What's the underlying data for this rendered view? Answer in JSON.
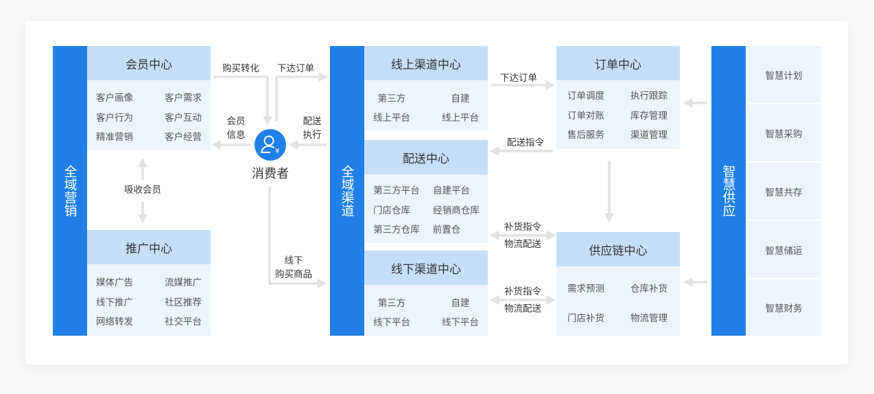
{
  "left_bar": {
    "label": "全域营销"
  },
  "member_center": {
    "title": "会员中心",
    "items": [
      "客户画像",
      "客户需求",
      "客户行为",
      "客户互动",
      "精准营销",
      "客户经营"
    ]
  },
  "absorb_label": "吸收会员",
  "promo_center": {
    "title": "推广中心",
    "items": [
      "媒体广告",
      "流媒推广",
      "线下推广",
      "社区推荐",
      "网络转发",
      "社交平台"
    ]
  },
  "consumer": {
    "label": "消费者",
    "icon": "consumer-user-icon",
    "symbol": "¥"
  },
  "flow_labels": {
    "purchase_convert": "购买转化",
    "issue_order_top": "下达订单",
    "member_info_1": "会员",
    "member_info_2": "信息",
    "delivery_exec_1": "配送",
    "delivery_exec_2": "执行",
    "offline_purchase_1": "线下",
    "offline_purchase_2": "购买商品",
    "issue_order_mid": "下达订单",
    "delivery_cmd": "配送指令",
    "replenish_1": "补货指令",
    "logistics_1": "物流配送",
    "replenish_2": "补货指令",
    "logistics_2": "物流配送"
  },
  "middle_bar": {
    "label": "全域渠道"
  },
  "online_center": {
    "title": "线上渠道中心",
    "items": [
      "第三方",
      "自建",
      "线上平台",
      "线上平台"
    ]
  },
  "delivery_center": {
    "title": "配送中心",
    "items": [
      "第三方平台",
      "自建平台",
      "门店仓库",
      "经销商仓库",
      "第三方仓库",
      "前置仓"
    ]
  },
  "offline_center": {
    "title": "线下渠道中心",
    "items": [
      "第三方",
      "自建",
      "线下平台",
      "线下平台"
    ]
  },
  "order_center": {
    "title": "订单中心",
    "items": [
      "订单调度",
      "执行跟踪",
      "订单对账",
      "库存管理",
      "售后服务",
      "渠道管理"
    ]
  },
  "supply_center": {
    "title": "供应链中心",
    "items": [
      "需求预测",
      "仓库补货",
      "门店补货",
      "物流管理"
    ]
  },
  "right_bar": {
    "label": "智慧供应"
  },
  "smart_tiles": [
    "智慧计划",
    "智慧采购",
    "智慧共存",
    "智慧储运",
    "智慧财务"
  ],
  "colors": {
    "bar_blue": "#2080e8",
    "panel_head": "#c5dff8",
    "panel_body": "#edf4fd",
    "arrow_gray": "#e2e2e2"
  }
}
